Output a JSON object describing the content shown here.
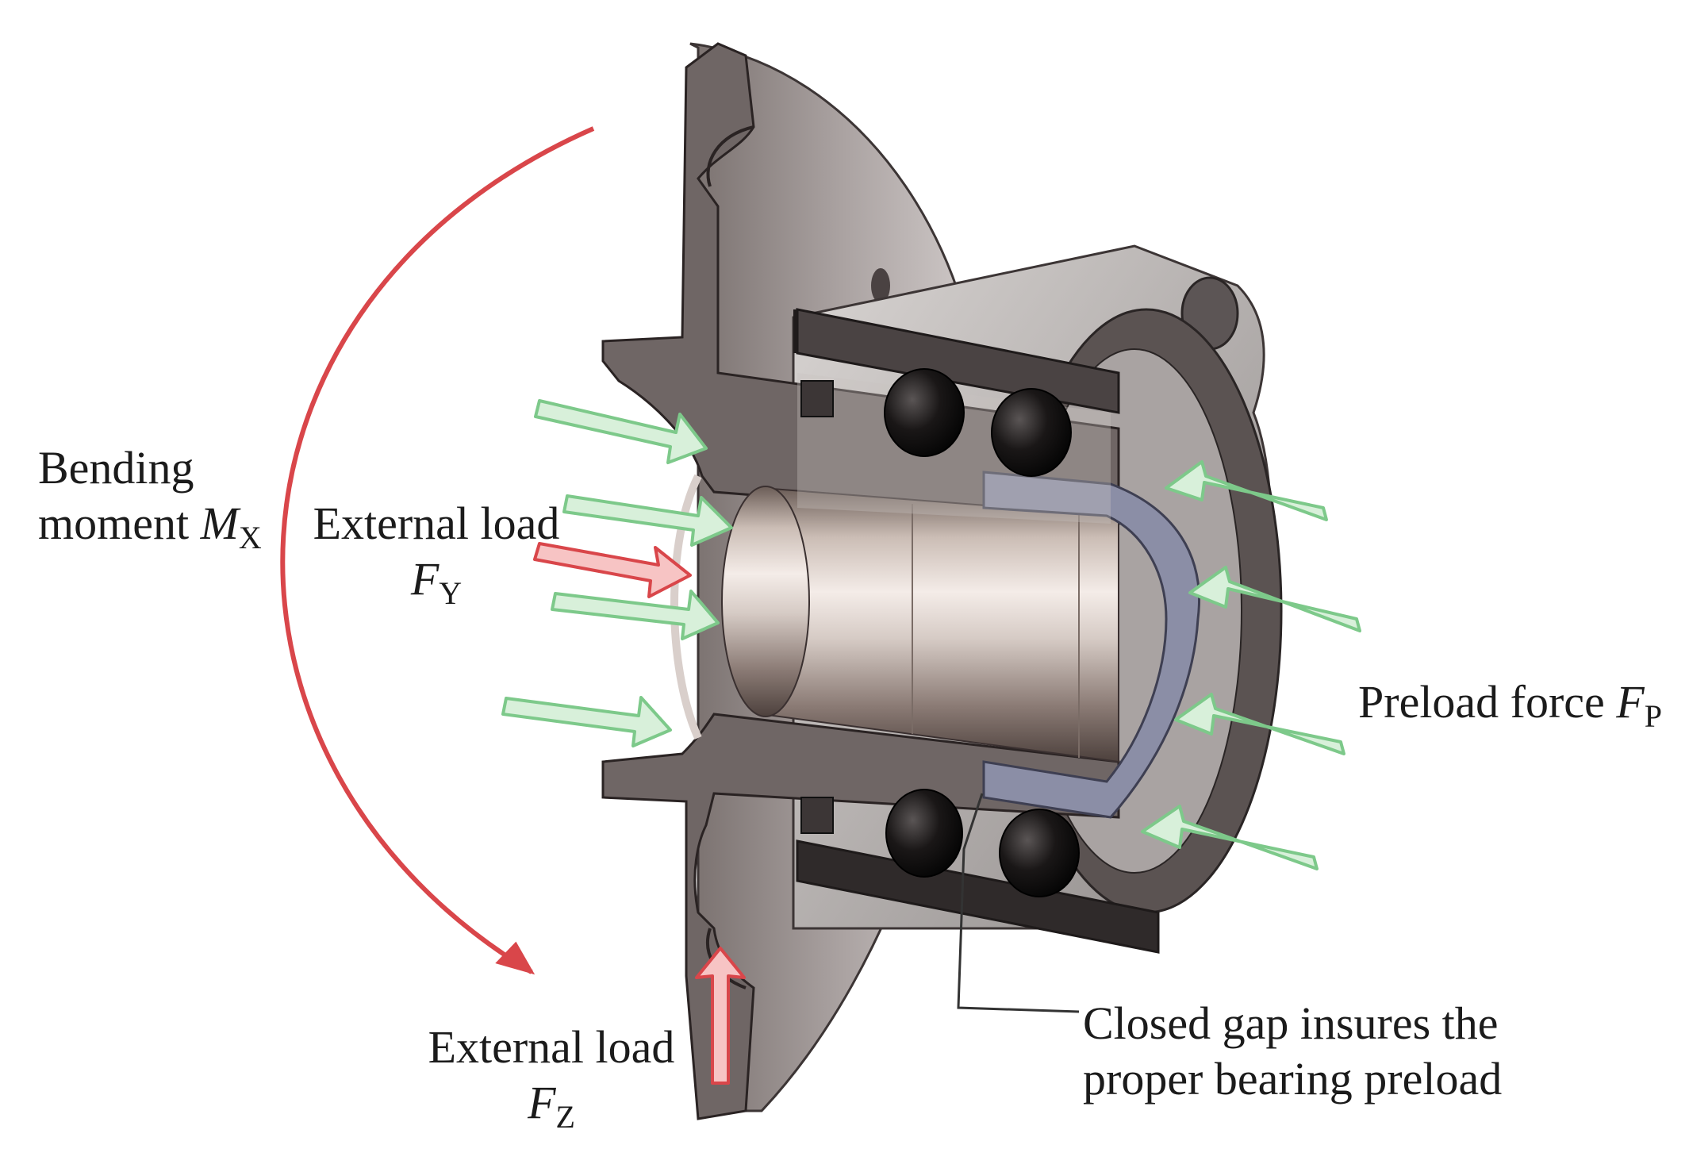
{
  "labels": {
    "bending_line1": "Bending",
    "bending_line2_prefix": "moment ",
    "bending_symbol": "M",
    "bending_sub": "X",
    "fy_line1": "External load",
    "fy_symbol": "F",
    "fy_sub": "Y",
    "fz_line1": "External load",
    "fz_symbol": "F",
    "fz_sub": "Z",
    "preload_prefix": "Preload force ",
    "preload_symbol": "F",
    "preload_sub": "P",
    "gap_line1": "Closed gap insures the",
    "gap_line2": "proper bearing preload"
  },
  "colors": {
    "external_arrow": "#d9464a",
    "external_arrow_fill": "#f7c4c4",
    "preload_arrow_stroke": "#7dc98a",
    "preload_arrow_fill": "#d8f0da",
    "hub_metal": "#6e6564",
    "spacer": "#8e90a8"
  }
}
